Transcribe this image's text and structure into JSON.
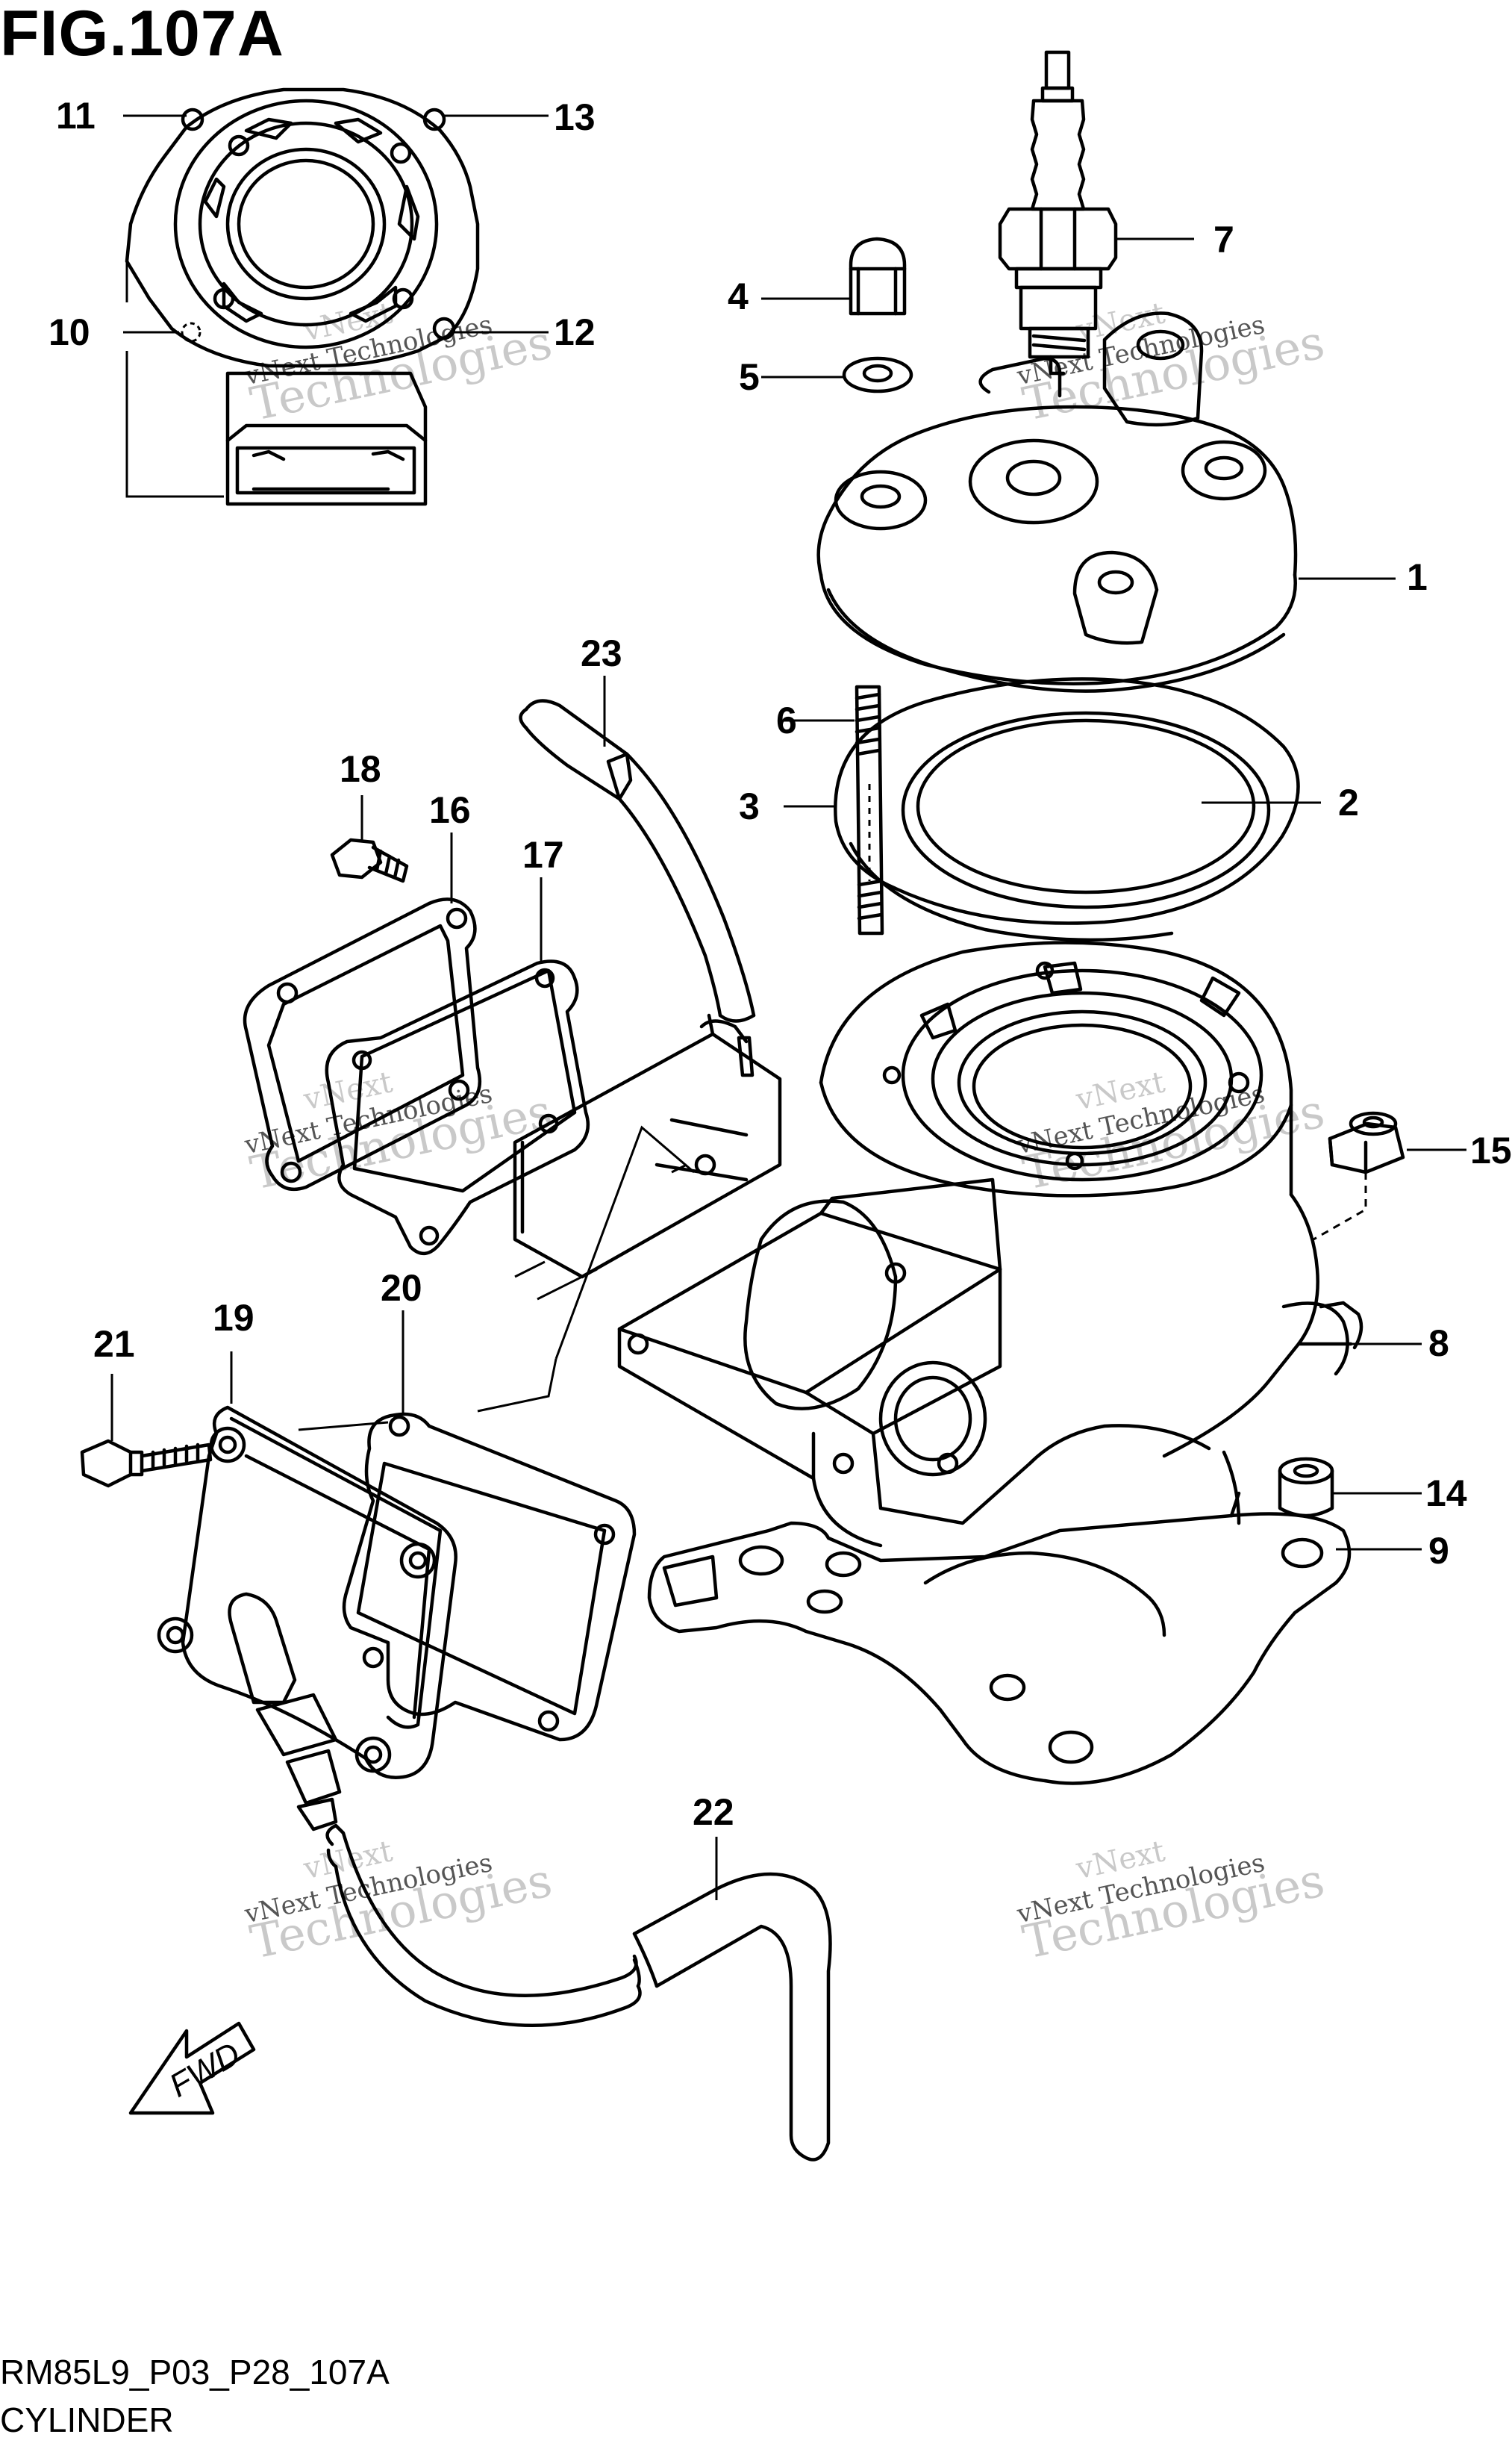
{
  "figure": {
    "title": "FIG.107A",
    "code": "RM85L9_P03_P28_107A",
    "name": "CYLINDER",
    "fwd_label": "FWD"
  },
  "watermark": {
    "line1": "vNext",
    "line2": "vNext Technologies",
    "line3": "Technologies"
  },
  "callouts": [
    {
      "id": "1",
      "label": "1"
    },
    {
      "id": "2",
      "label": "2"
    },
    {
      "id": "3",
      "label": "3"
    },
    {
      "id": "4",
      "label": "4"
    },
    {
      "id": "5",
      "label": "5"
    },
    {
      "id": "6",
      "label": "6"
    },
    {
      "id": "7",
      "label": "7"
    },
    {
      "id": "8",
      "label": "8"
    },
    {
      "id": "9",
      "label": "9"
    },
    {
      "id": "10",
      "label": "10"
    },
    {
      "id": "11",
      "label": "11"
    },
    {
      "id": "12",
      "label": "12"
    },
    {
      "id": "13",
      "label": "13"
    },
    {
      "id": "14",
      "label": "14"
    },
    {
      "id": "15",
      "label": "15"
    },
    {
      "id": "16",
      "label": "16"
    },
    {
      "id": "17",
      "label": "17"
    },
    {
      "id": "18",
      "label": "18"
    },
    {
      "id": "19",
      "label": "19"
    },
    {
      "id": "20",
      "label": "20"
    },
    {
      "id": "21",
      "label": "21"
    },
    {
      "id": "22",
      "label": "22"
    },
    {
      "id": "23",
      "label": "23"
    }
  ]
}
